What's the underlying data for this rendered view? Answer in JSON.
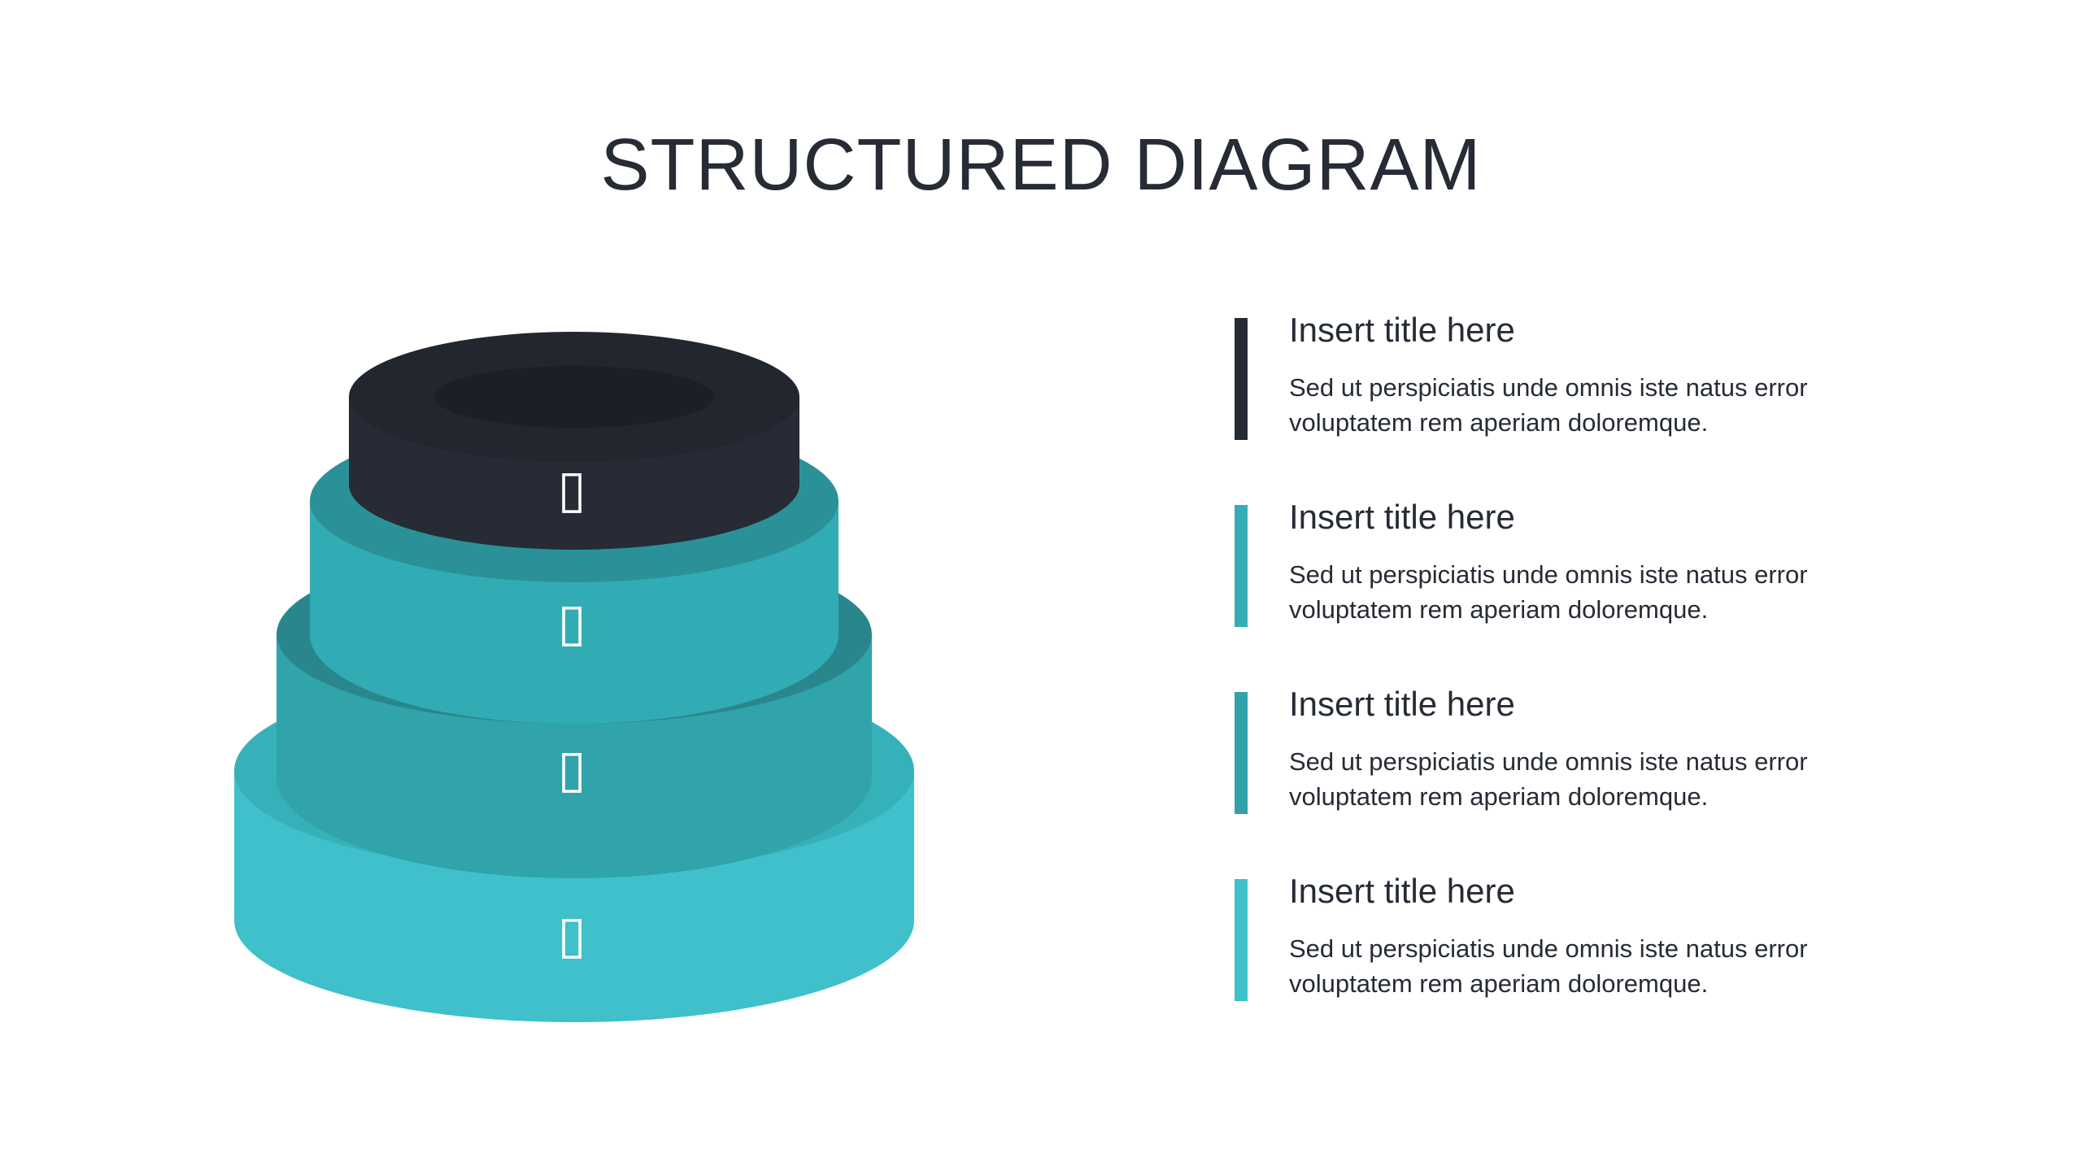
{
  "slide": {
    "title": "STRUCTURED DIAGRAM"
  },
  "colors": {
    "dark": "#262b35",
    "teal_1": "#34adb5",
    "teal_2": "#30a2aa",
    "teal_3": "#3fc0cb",
    "background": "#ffffff"
  },
  "tiers": [
    {
      "icon": "box-glyph-icon",
      "glyph": "▯"
    },
    {
      "icon": "box-glyph-icon",
      "glyph": "▯"
    },
    {
      "icon": "box-glyph-icon",
      "glyph": "▯"
    },
    {
      "icon": "box-glyph-icon",
      "glyph": "▯"
    }
  ],
  "items": [
    {
      "title": "Insert title here",
      "body": "Sed ut perspiciatis unde omnis iste natus error voluptatem rem aperiam doloremque.",
      "color": "#262b35"
    },
    {
      "title": "Insert title here",
      "body": "Sed ut perspiciatis unde omnis iste natus error voluptatem rem aperiam doloremque.",
      "color": "#34adb5"
    },
    {
      "title": "Insert title here",
      "body": "Sed ut perspiciatis unde omnis iste natus error voluptatem rem aperiam doloremque.",
      "color": "#30a2aa"
    },
    {
      "title": "Insert title here",
      "body": "Sed ut perspiciatis unde omnis iste natus error voluptatem rem aperiam doloremque.",
      "color": "#3fc0cb"
    }
  ]
}
